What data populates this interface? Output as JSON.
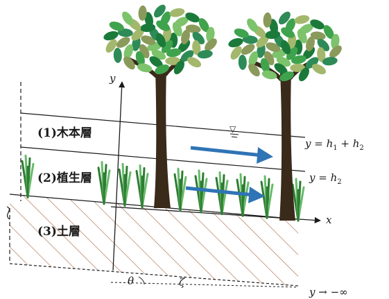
{
  "layers": {
    "tree_layer": "(1)木本層",
    "vegetation_layer": "(2)植生層",
    "soil_layer": "(3)土層"
  },
  "axes": {
    "x_label": "x",
    "y_label": "y",
    "theta": "θ",
    "zeta": "ζ"
  },
  "equations": {
    "top_surface": {
      "lhs": "y = ",
      "h1": "h",
      "h1_sub": "1",
      "plus": " + ",
      "h2": "h",
      "h2_sub": "2"
    },
    "vegetation_top": {
      "lhs": "y = ",
      "h": "h",
      "h_sub": "2"
    },
    "bottom": "y → −∞"
  },
  "water_surface_symbol": "▽",
  "colors": {
    "flow_arrow": "#2f74b5",
    "soil_hatch": "#b07a5a",
    "trunk": "#3a2a1a",
    "grass_dark": "#2e7d32",
    "grass_light": "#66bb6a"
  }
}
